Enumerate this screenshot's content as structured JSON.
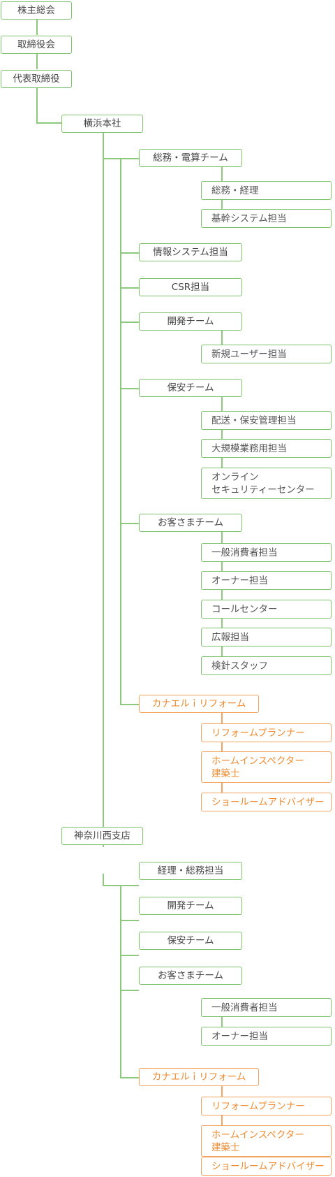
{
  "nodes": {
    "top1": "株主総会",
    "top2": "取締役会",
    "top3": "代表取締役",
    "yokohama": "横浜本社",
    "y_somu_dentsu": "総務・電算チーム",
    "y_somu_keiri": "総務・経理",
    "y_kikan": "基幹システム担当",
    "y_joho": "情報システム担当",
    "y_csr": "CSR担当",
    "y_kaihatsu": "開発チーム",
    "y_shinki": "新規ユーザー担当",
    "y_hoan": "保安チーム",
    "y_haiso": "配送・保安管理担当",
    "y_daikibo": "大規模業務用担当",
    "y_online_1": "オンライン",
    "y_online_2": "セキュリティーセンター",
    "y_okyaku": "お客さまチーム",
    "y_ippan": "一般消費者担当",
    "y_owner": "オーナー担当",
    "y_call": "コールセンター",
    "y_koho": "広報担当",
    "y_kenshin": "検針スタッフ",
    "y_kanaeru": "カナエルｉリフォーム",
    "y_planner": "リフォームプランナー",
    "y_inspector_1": "ホームインスペクター",
    "y_inspector_2": "建築士",
    "y_showroom": "ショールームアドバイザー",
    "kanagawa": "神奈川西支店",
    "k_keiri": "経理・総務担当",
    "k_kaihatsu": "開発チーム",
    "k_hoan": "保安チーム",
    "k_okyaku": "お客さまチーム",
    "k_ippan": "一般消費者担当",
    "k_owner": "オーナー担当",
    "k_kanaeru": "カナエルｉリフォーム",
    "k_planner": "リフォームプランナー",
    "k_inspector_1": "ホームインスペクター",
    "k_inspector_2": "建築士",
    "k_showroom": "ショールームアドバイザー"
  },
  "colors": {
    "line_green": "#8cc97d",
    "border_green": "#7cc36b",
    "orange": "#f3a45e",
    "text_orange": "#ef8a2e",
    "text": "#444444"
  }
}
